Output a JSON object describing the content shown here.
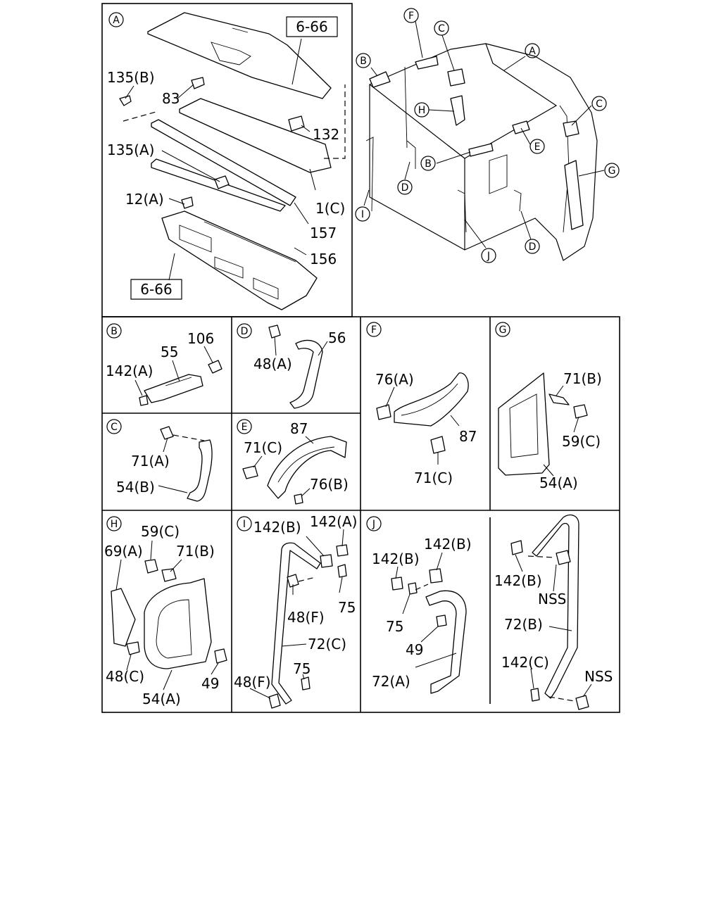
{
  "panel_letters": {
    "A": "A",
    "B": "B",
    "C": "C",
    "D": "D",
    "E": "E",
    "F": "F",
    "G": "G",
    "H": "H",
    "I": "I",
    "J": "J"
  },
  "panel_A": {
    "ref_top": "6-66",
    "ref_bottom": "6-66",
    "callouts": [
      "135(B)",
      "83",
      "132",
      "135(A)",
      "12(A)",
      "1(C)",
      "157",
      "156"
    ]
  },
  "cab_view": {
    "letters": [
      "F",
      "C",
      "A",
      "B",
      "H",
      "C",
      "E",
      "G",
      "B",
      "D",
      "I",
      "J",
      "D"
    ]
  },
  "panel_B": {
    "callouts": [
      "106",
      "55",
      "142(A)"
    ]
  },
  "panel_D": {
    "callouts": [
      "48(A)",
      "56"
    ]
  },
  "panel_F": {
    "callouts": [
      "76(A)",
      "87",
      "71(C)"
    ]
  },
  "panel_G": {
    "callouts": [
      "71(B)",
      "59(C)",
      "54(A)"
    ]
  },
  "panel_C": {
    "callouts": [
      "71(A)",
      "54(B)"
    ]
  },
  "panel_E": {
    "callouts": [
      "87",
      "71(C)",
      "76(B)"
    ]
  },
  "panel_H": {
    "callouts": [
      "59(C)",
      "69(A)",
      "71(B)",
      "48(C)",
      "49",
      "54(A)"
    ]
  },
  "panel_I": {
    "callouts": [
      "142(B)",
      "142(A)",
      "48(F)",
      "75",
      "72(C)",
      "48(F)",
      "75"
    ]
  },
  "panel_J": {
    "callouts": [
      "142(B)",
      "142(B)",
      "75",
      "49",
      "72(A)"
    ]
  },
  "panel_K": {
    "callouts": [
      "142(B)",
      "NSS",
      "72(B)",
      "142(C)",
      "NSS"
    ]
  }
}
